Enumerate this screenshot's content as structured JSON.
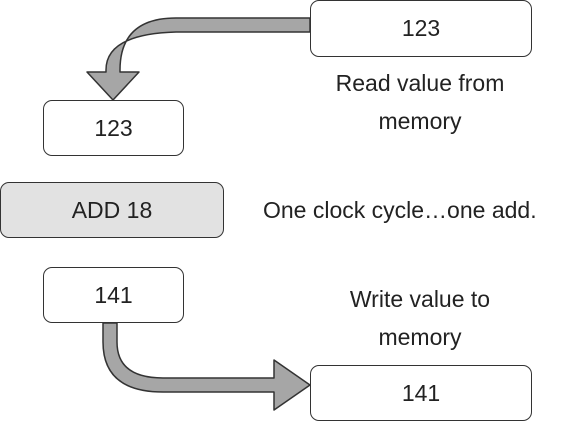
{
  "memory_top": {
    "value": "123"
  },
  "register_read": {
    "value": "123"
  },
  "operation": {
    "label": "ADD 18"
  },
  "register_result": {
    "value": "141"
  },
  "memory_bottom": {
    "value": "141"
  },
  "captions": {
    "read": {
      "line1": "Read value from",
      "line2": "memory"
    },
    "cycle": "One clock cycle…one add.",
    "write": {
      "line1": "Write value to",
      "line2": "memory"
    }
  },
  "colors": {
    "arrow_fill": "#a6a6a6",
    "arrow_stroke": "#333333",
    "operation_fill": "#e2e2e2",
    "box_border": "#333333",
    "text": "#222222"
  }
}
